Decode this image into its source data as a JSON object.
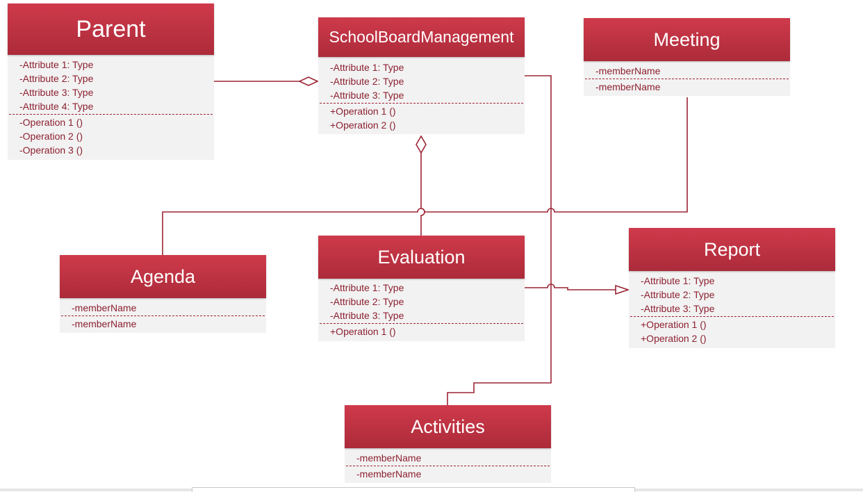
{
  "theme": {
    "header_top": "#cf3a4b",
    "header_bottom": "#ac2b3a",
    "body_bg": "#f2f2f2",
    "text": "#8c2030",
    "line": "#9c2434"
  },
  "classes": {
    "parent": {
      "name": "Parent",
      "sections": [
        [
          "-Attribute 1: Type",
          "-Attribute 2: Type",
          "-Attribute 3: Type",
          "-Attribute 4: Type"
        ],
        [
          "-Operation 1 ()",
          "-Operation 2 ()",
          "-Operation 3 ()"
        ]
      ]
    },
    "school": {
      "name": "SchoolBoardManagement",
      "sections": [
        [
          "-Attribute 1: Type",
          "-Attribute 2: Type",
          "-Attribute 3: Type"
        ],
        [
          "+Operation 1 ()",
          "+Operation 2 ()"
        ]
      ]
    },
    "meeting": {
      "name": "Meeting",
      "sections": [
        [
          "-memberName"
        ],
        [
          "-memberName"
        ]
      ]
    },
    "agenda": {
      "name": "Agenda",
      "sections": [
        [
          "-memberName"
        ],
        [
          "-memberName"
        ]
      ]
    },
    "evaluation": {
      "name": "Evaluation",
      "sections": [
        [
          "-Attribute 1: Type",
          "-Attribute 2: Type",
          "-Attribute 3: Type"
        ],
        [
          "+Operation 1 ()"
        ]
      ]
    },
    "report": {
      "name": "Report",
      "sections": [
        [
          "-Attribute 1: Type",
          "-Attribute 2: Type",
          "-Attribute 3: Type"
        ],
        [
          "+Operation 1 ()",
          "+Operation 2 ()"
        ]
      ]
    },
    "activities": {
      "name": "Activities",
      "sections": [
        [
          "-memberName"
        ],
        [
          "-memberName"
        ]
      ]
    }
  },
  "connectors": [
    {
      "from": "parent",
      "to": "school",
      "end": "aggregation-diamond"
    },
    {
      "from": "evaluation",
      "to": "school",
      "end": "aggregation-diamond"
    },
    {
      "from": "agenda",
      "to": "meeting",
      "end": "none"
    },
    {
      "from": "evaluation",
      "to": "report",
      "end": "generalization-triangle"
    },
    {
      "from": "school",
      "to": "activities",
      "end": "none"
    }
  ]
}
